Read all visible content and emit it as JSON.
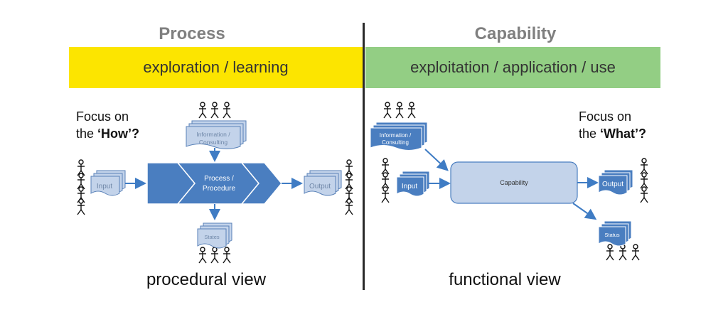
{
  "left": {
    "heading": "Process",
    "band_text": "exploration / learning",
    "band_color": "#fce500",
    "focus_line1": "Focus on",
    "focus_line2_prefix": "the ",
    "focus_line2_bold": "‘How’",
    "focus_line2_suffix": "?",
    "view_label": "procedural view",
    "doc_info_line1": "Information /",
    "doc_info_line2": "Consulting",
    "doc_input": "Input",
    "doc_output": "Output",
    "doc_states": "States",
    "process_line1": "Process /",
    "process_line2": "Procedure"
  },
  "right": {
    "heading": "Capability",
    "band_text": "exploitation / application / use",
    "band_color": "#93ce84",
    "focus_line1": "Focus on",
    "focus_line2_prefix": "the ",
    "focus_line2_bold": "‘What’",
    "focus_line2_suffix": "?",
    "view_label": "functional view",
    "doc_info_line1": "Information /",
    "doc_info_line2": "Consulting",
    "doc_input": "Input",
    "doc_output": "Output",
    "doc_status": "Status",
    "capability_label": "Capability"
  },
  "colors": {
    "dark_blue": "#4a7ec0",
    "light_blue": "#c3d3ea",
    "divider": "#2a2a2a"
  }
}
